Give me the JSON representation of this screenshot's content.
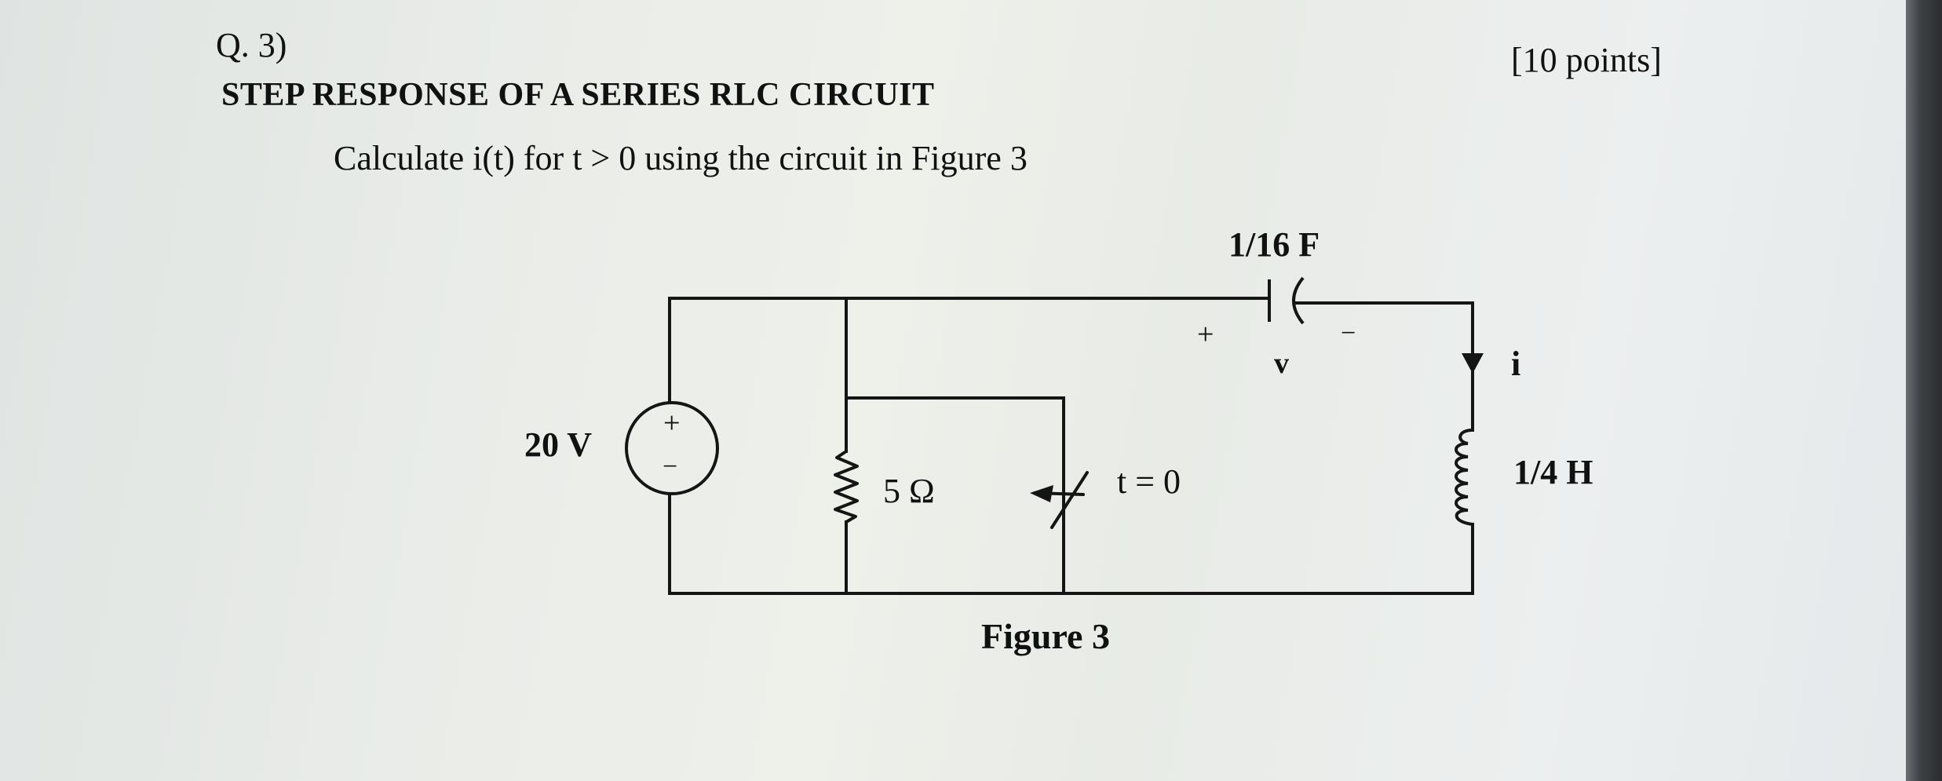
{
  "question": {
    "number": "Q. 3)",
    "points": "[10 points]",
    "title": "STEP RESPONSE OF A SERIES RLC CIRCUIT",
    "prompt": "Calculate i(t) for t > 0 using the circuit in Figure 3"
  },
  "figure": {
    "caption": "Figure 3",
    "labels": {
      "source_voltage": "20 V",
      "source_plus": "+",
      "source_minus": "−",
      "resistor": "5 Ω",
      "switch_time": "t = 0",
      "capacitor": "1/16 F",
      "cap_plus": "+",
      "cap_minus": "−",
      "cap_voltage": "v",
      "current": "i",
      "inductor": "1/4 H"
    }
  }
}
